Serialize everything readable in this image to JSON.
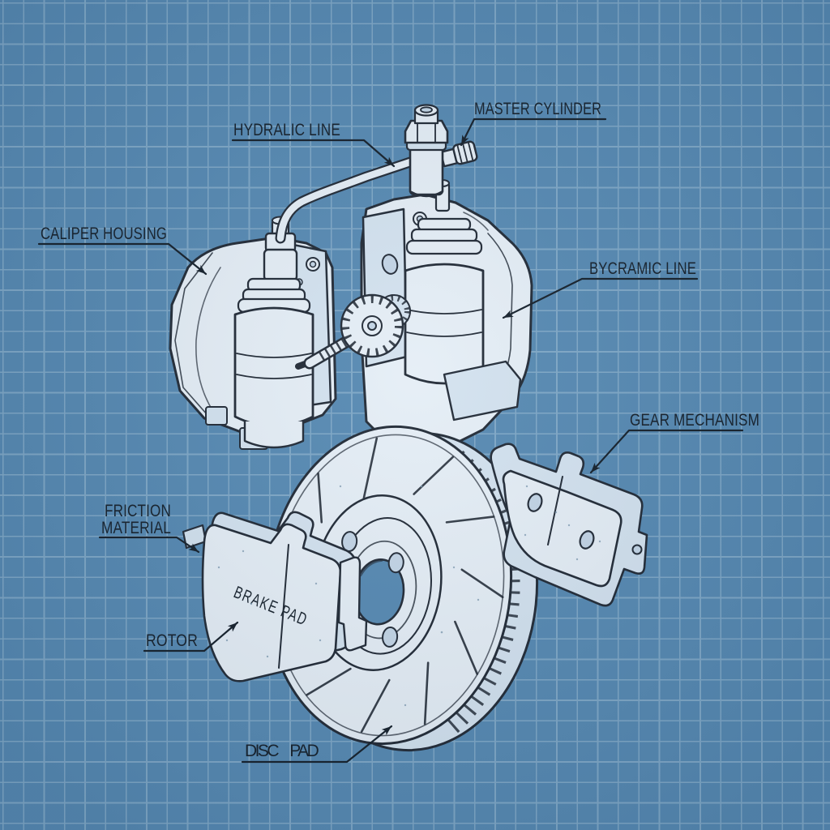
{
  "colors": {
    "background": "#5689b2",
    "grid_line": "#9fc0d8",
    "ink": "#212a36",
    "ink_text": "#15202b",
    "part_light": "#e5eef6",
    "part_mid": "#d3e2ef",
    "part_shadow": "#c3d5e6"
  },
  "labels": {
    "hydraulic_line": "HYDRALIC LINE",
    "master_cylinder": "MASTER CYLINDER",
    "caliper_housing": "CALIPER HOUSING",
    "bycramic_line": "BYCRAMIC LINE",
    "gear_mechanism": "GEAR MECHANISM",
    "friction_material_line1": "FRICTION",
    "friction_material_line2": "MATERIAL",
    "rotor": "ROTOR",
    "disc_pad": "DISC PAD"
  },
  "part_markings": {
    "brake_pad": "BRAKE PAD"
  }
}
